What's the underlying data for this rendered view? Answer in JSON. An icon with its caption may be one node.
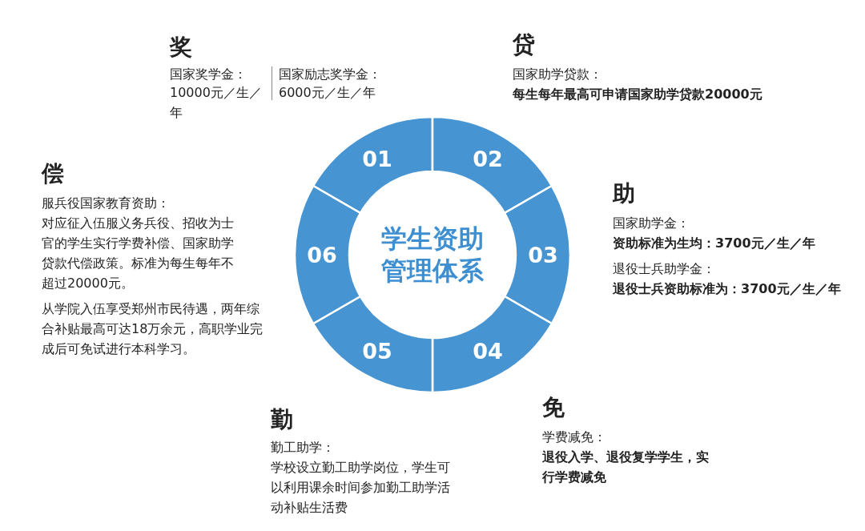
{
  "diagram": {
    "nodes": [
      {
        "text": [
          "学生资助管理体系"
        ]
      },
      {
        "text": [
          "01"
        ],
        "beside": [
          "奖",
          "国家奖学金：",
          "10000元／生／年",
          "国家励志奖学金：",
          "6000元／生／年"
        ]
      },
      {
        "text": [
          "02"
        ],
        "beside": [
          "贷",
          "国家助学贷款：",
          "每生每年最高可申请国家助学贷款20000元"
        ]
      },
      {
        "text": [
          "03"
        ],
        "beside": [
          "助",
          "国家助学金：",
          "资助标准为生均：3700元／生／年",
          "退役士兵助学金：",
          "退役士兵资助标准为：3700元／生／年"
        ]
      },
      {
        "text": [
          "04"
        ],
        "beside": [
          "免",
          "学费减免：",
          "退役入学、退役复学学生，实行学费减免"
        ]
      },
      {
        "text": [
          "05"
        ],
        "beside": [
          "勤",
          "勤工助学：",
          "学校设立勤工助学岗位，学生可以利用课余时间参加勤工助学活动补贴生活费"
        ]
      },
      {
        "text": [
          "06"
        ],
        "beside": [
          "偿",
          "服兵役国家教育资助：",
          "对应征入伍服义务兵役、招收为士官的学生实行学费补偿、国家助学贷款代偿政策。标准为每生每年不超过20000元。",
          "从学院入伍享受郑州市民待遇，两年综合补贴最高可达18万余元，高职学业完成后可免试进行本科学习。"
        ]
      }
    ],
    "edges": []
  }
}
